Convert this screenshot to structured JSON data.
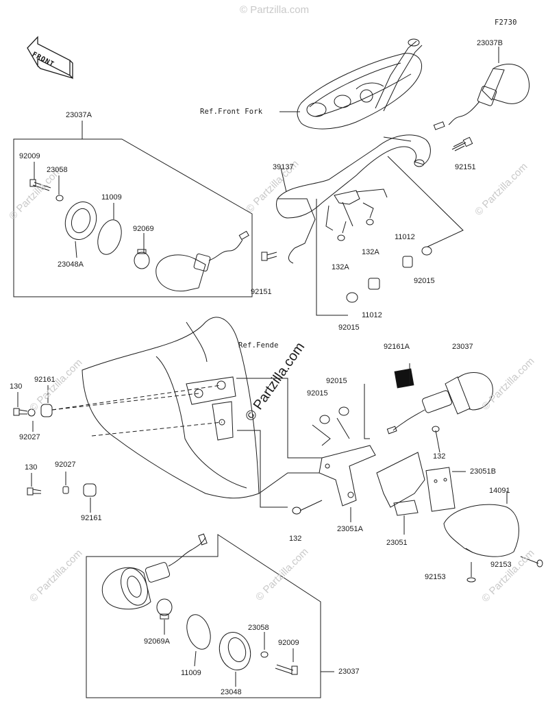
{
  "figure_code": "F2730",
  "front_label": "FRONT",
  "ref_labels": {
    "front_fork": "Ref.Front Fork",
    "fender": "Ref.Fende"
  },
  "watermark": {
    "main": "© Partzilla.com",
    "small": "© Partzilla.com"
  },
  "parts": {
    "p23037A": "23037A",
    "p92009_top": "92009",
    "p23058_top": "23058",
    "p11009_top": "11009",
    "p92069": "92069",
    "p23048A": "23048A",
    "p39137": "39137",
    "p23037B": "23037B",
    "p92151_right": "92151",
    "p92151_left": "92151",
    "p132A_a": "132A",
    "p132A_b": "132A",
    "p11012_a": "11012",
    "p92015_a": "92015",
    "p11012_b": "11012",
    "p92015_b": "92015",
    "p92161A": "92161A",
    "p23037_right": "23037",
    "p92015_c": "92015",
    "p92015_d": "92015",
    "p130_a": "130",
    "p92161_a": "92161",
    "p92027_a": "92027",
    "p130_b": "130",
    "p92027_b": "92027",
    "p92161_b": "92161",
    "p132_a": "132",
    "p23051B": "23051B",
    "p14091": "14091",
    "p132_b": "132",
    "p23051A": "23051A",
    "p23051": "23051",
    "p92153_a": "92153",
    "p92153_b": "92153",
    "p92069A": "92069A",
    "p23058_bottom": "23058",
    "p92009_bottom": "92009",
    "p11009_bottom": "11009",
    "p23048": "23048",
    "p23037_bottom": "23037"
  }
}
